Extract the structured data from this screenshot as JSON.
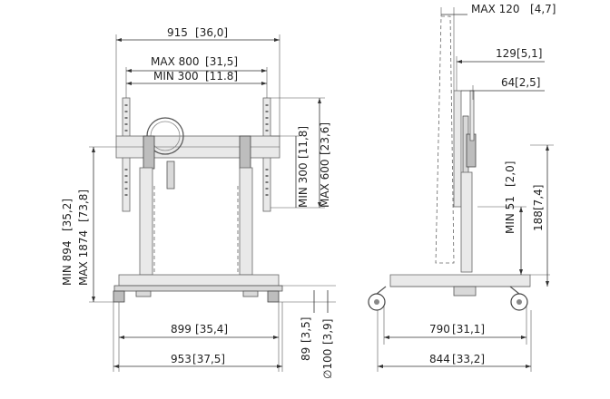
{
  "front_view": {
    "overall_width": "915",
    "overall_width_in": "36,0",
    "vesa_max": "MAX 800",
    "vesa_max_in": "31,5",
    "vesa_min": "MIN 300",
    "vesa_min_in": "[11.8]",
    "rail_min": "MIN 300",
    "rail_min_in": "11,8",
    "rail_max": "MAX 600",
    "rail_max_in": "23,6",
    "height_min": "MIN 894",
    "height_min_in": "35,2",
    "height_max": "MAX 1874",
    "height_max_in": "73,8",
    "inner_width": "899",
    "inner_width_in": "35,4",
    "base_width": "953",
    "base_width_in": "37,5",
    "caster_height": "89",
    "caster_height_in": "3,5",
    "wheel_dia": "∅100",
    "wheel_dia_in": "3,9"
  },
  "side_view": {
    "tilt_max": "MAX 120",
    "tilt_max_in": "4,7",
    "depth_129": "129",
    "depth_129_in": "5,1",
    "depth_64": "64",
    "depth_64_in": "2,5",
    "offset_min": "MIN 51",
    "offset_min_in": "2,0",
    "offset_188": "188",
    "offset_188_in": "7,4",
    "base_depth": "790",
    "base_depth_in": "31,1",
    "overall_depth": "844",
    "overall_depth_in": "33,2"
  }
}
